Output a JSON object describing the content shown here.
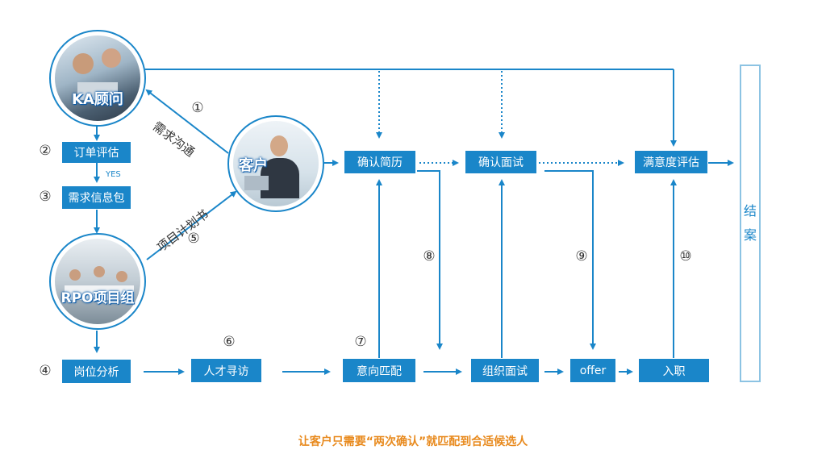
{
  "nodes": {
    "ka_consultant": "KA顾问",
    "client": "客户",
    "rpo_team": "RPO项目组",
    "order_eval": "订单评估",
    "needs_package": "需求信息包",
    "position_analysis": "岗位分析",
    "talent_search": "人才寻访",
    "intent_match": "意向匹配",
    "confirm_resume": "确认简历",
    "org_interview": "组织面试",
    "confirm_interview": "确认面试",
    "offer": "offer",
    "onboard": "入职",
    "satisfaction_eval": "满意度评估",
    "close_char1": "结",
    "close_char2": "案"
  },
  "edge_labels": {
    "needs_communication": "需求沟通",
    "project_plan": "项目计划书",
    "yes": "YES"
  },
  "steps": [
    "①",
    "②",
    "③",
    "④",
    "⑤",
    "⑥",
    "⑦",
    "⑧",
    "⑨",
    "⑩"
  ],
  "footer": "让客户只需要“两次确认”就匹配到合适候选人",
  "colors": {
    "primary": "#1a86c9",
    "light_border": "#8cc3e3",
    "footer": "#e88a1e",
    "text": "#333333"
  }
}
